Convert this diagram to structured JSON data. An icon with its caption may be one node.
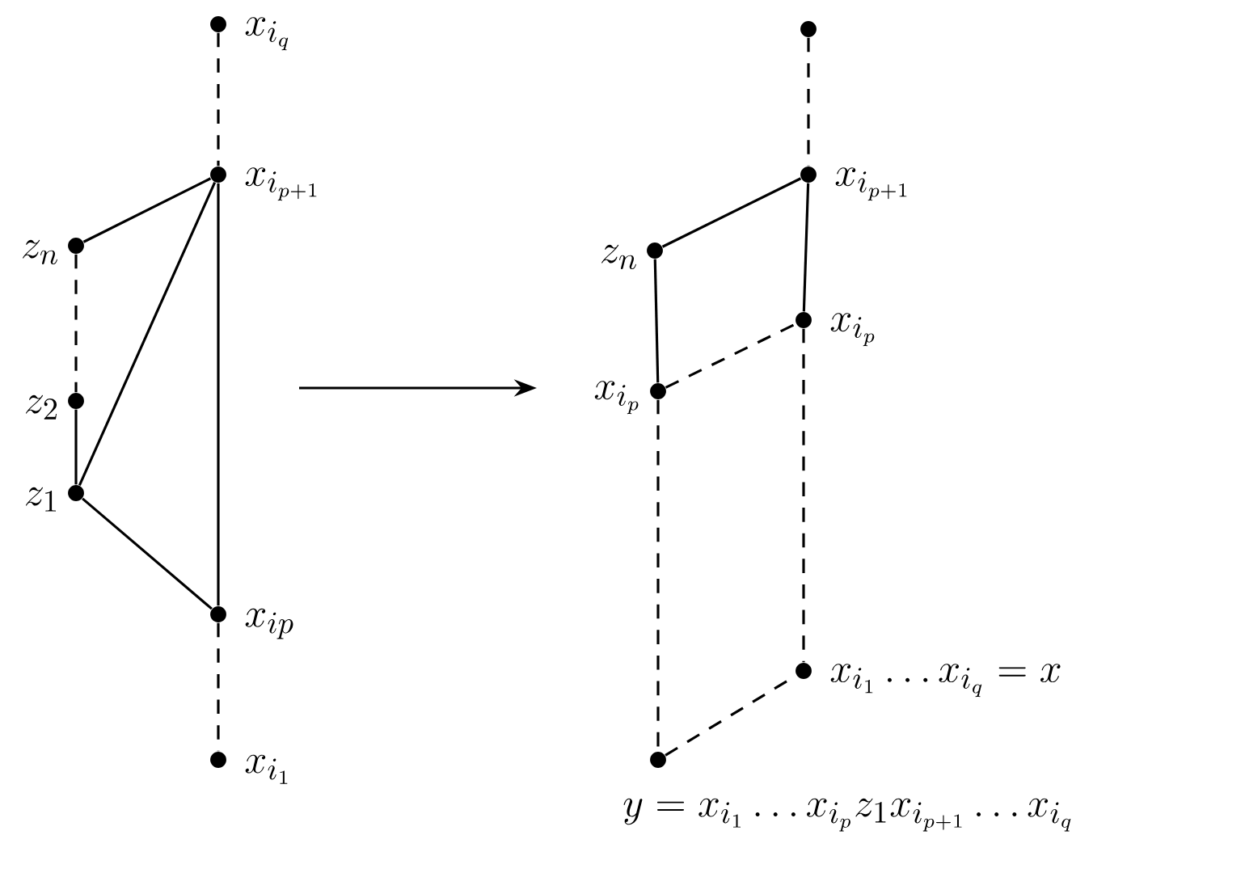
{
  "diagram": {
    "nodes": [
      {
        "text": [],
        "shape": "circle",
        "beside": [
          "x_{i_q}"
        ]
      },
      {
        "text": [],
        "shape": "circle",
        "beside": [
          "x_{i_{p+1}}"
        ]
      },
      {
        "text": [],
        "shape": "circle",
        "beside": [
          "z_n"
        ]
      },
      {
        "text": [],
        "shape": "circle",
        "beside": [
          "z_2"
        ]
      },
      {
        "text": [],
        "shape": "circle",
        "beside": [
          "z_1"
        ]
      },
      {
        "text": [],
        "shape": "circle",
        "beside": [
          "x_{ip}"
        ]
      },
      {
        "text": [],
        "shape": "circle",
        "beside": [
          "x_{i_1}"
        ]
      },
      {
        "text": [],
        "shape": "circle"
      },
      {
        "text": [],
        "shape": "circle",
        "beside": [
          "x_{i_{p+1}}"
        ]
      },
      {
        "text": [],
        "shape": "circle",
        "beside": [
          "z_n"
        ]
      },
      {
        "text": [],
        "shape": "circle",
        "beside": [
          "x_{i_p}"
        ]
      },
      {
        "text": [],
        "shape": "circle",
        "beside": [
          "x_{i_p}"
        ]
      },
      {
        "text": [],
        "shape": "circle",
        "beside": [
          "x_{i_1}\\ldots x_{i_q} = x"
        ]
      },
      {
        "text": [],
        "shape": "circle",
        "beside": [
          "y = x_{i_1}\\ldots x_{i_p} z_1 x_{i_{p+1}}\\ldots x_{i_q}"
        ]
      }
    ],
    "edges": [
      {
        "from": 0,
        "to": 1,
        "arrow": "none",
        "style": "dashed"
      },
      {
        "from": 1,
        "to": 2,
        "arrow": "none"
      },
      {
        "from": 2,
        "to": 3,
        "arrow": "none",
        "style": "dashed"
      },
      {
        "from": 3,
        "to": 4,
        "arrow": "none"
      },
      {
        "from": 4,
        "to": 1,
        "arrow": "none"
      },
      {
        "from": 4,
        "to": 5,
        "arrow": "none"
      },
      {
        "from": 1,
        "to": 5,
        "arrow": "none"
      },
      {
        "from": 5,
        "to": 6,
        "arrow": "none",
        "style": "dashed"
      },
      {
        "from": 7,
        "to": 8,
        "arrow": "none",
        "style": "dashed"
      },
      {
        "from": 8,
        "to": 9,
        "arrow": "none"
      },
      {
        "from": 9,
        "to": 10,
        "arrow": "none"
      },
      {
        "from": 8,
        "to": 11,
        "arrow": "none"
      },
      {
        "from": 10,
        "to": 11,
        "arrow": "none",
        "style": "dashed"
      },
      {
        "from": 11,
        "to": 12,
        "arrow": "none",
        "style": "dashed"
      },
      {
        "from": 10,
        "to": 13,
        "arrow": "none",
        "style": "dashed"
      },
      {
        "from": 13,
        "to": 12,
        "arrow": "none",
        "style": "dashed"
      }
    ]
  }
}
